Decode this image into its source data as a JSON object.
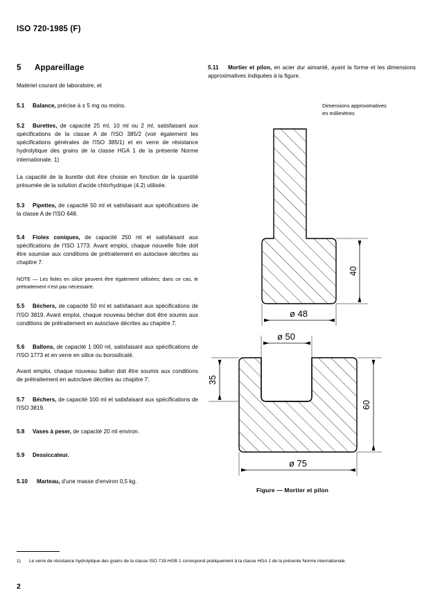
{
  "header": {
    "standard_ref": "ISO 720-1985 (F)"
  },
  "section": {
    "number": "5",
    "title": "Appareillage",
    "intro": "Matériel courant de laboratoire, et"
  },
  "clauses": [
    {
      "number": "5.1",
      "term": "Balance,",
      "text": " précise à ± 5 mg ou moins."
    },
    {
      "number": "5.2",
      "term": "Burettes,",
      "text": " de capacité 25 ml, 10 ml ou 2 ml, satisfaisant aux spécifications de la classe A de l'ISO 385/2 (voir également les spécifications générales de l'ISO 385/1) et en verre de résistance hydrolytique des grains de la classe HGA 1 de la présente Norme internationale. 1)"
    },
    {
      "number": "5.3",
      "term": "Pipettes,",
      "text": " de capacité 50 ml et satisfaisant aux spécifications de la classe A de l'ISO 648."
    },
    {
      "number": "5.4",
      "term": "Fioles coniques,",
      "text": " de capacité 250 ml et satisfaisant aux spécifications de l'ISO 1773. Avant emploi, chaque nouvelle fiole doit être soumise aux conditions de prétraitement en autoclave décrites au chapitre 7."
    },
    {
      "number": "5.5",
      "term": "Béchers,",
      "text": " de capacité 50 ml et satisfaisant aux spécifications de l'ISO 3819. Avant emploi, chaque nouveau bécher doit être soumis aux conditions de prétraitement en autoclave décrites au chapitre 7."
    },
    {
      "number": "5.6",
      "term": "Ballons,",
      "text": " de capacité 1 000 ml, satisfaisant aux spécifications de l'ISO 1773 et en verre en silice ou borosilicaté."
    },
    {
      "number": "5.7",
      "term": "Béchers,",
      "text": " de capacité 100 ml et satisfaisant aux spécifications de l'ISO 3819."
    },
    {
      "number": "5.8",
      "term": "Vases à peser,",
      "text": " de capacité 20 ml environ."
    },
    {
      "number": "5.9",
      "term": "Dessiccateur.",
      "text": ""
    },
    {
      "number": "5.10",
      "term": "Marteau,",
      "text": " d'une masse d'environ 0,5 kg."
    },
    {
      "number": "5.11",
      "term": "Mortier et pilon,",
      "text": " en acier dur aimanté, ayant la forme et les dimensions approximatives indiquées à la figure."
    }
  ],
  "paragraphs": {
    "burette_capacity": "La capacité de la burette doit être choisie en fonction de la quantité présumée de la solution d'acide chlorhydrique (4.2) utilisée.",
    "fiole_note": "NOTE — Les fioles en silice peuvent être également utilisées; dans ce cas, le prétraitement n'est pas nécessaire.",
    "ballon_pretreatment": "Avant emploi, chaque nouveau ballon doit être soumis aux conditions de prétraitement en autoclave décrites au chapitre 7."
  },
  "figure": {
    "dimensions_note_line1": "Dimensions approximatives",
    "dimensions_note_line2": "en millimètres",
    "caption": "Figure — Mortier et pilon",
    "dimensions": {
      "pestle_head_diameter": "ø 48",
      "pestle_head_height": "40",
      "mortar_bore_diameter": "ø 50",
      "mortar_bore_depth": "35",
      "mortar_outer_diameter": "ø 75",
      "mortar_height": "60"
    }
  },
  "footnote": {
    "marker": "1)",
    "text": "Le verre de résistance hydrolytique des grains de la classe ISO 719-HGB 1 correspond pratiquement à la classe HGA 1 de la présente Norme internationale."
  },
  "page_number": "2",
  "colors": {
    "ink": "#000000",
    "paper": "#ffffff"
  }
}
